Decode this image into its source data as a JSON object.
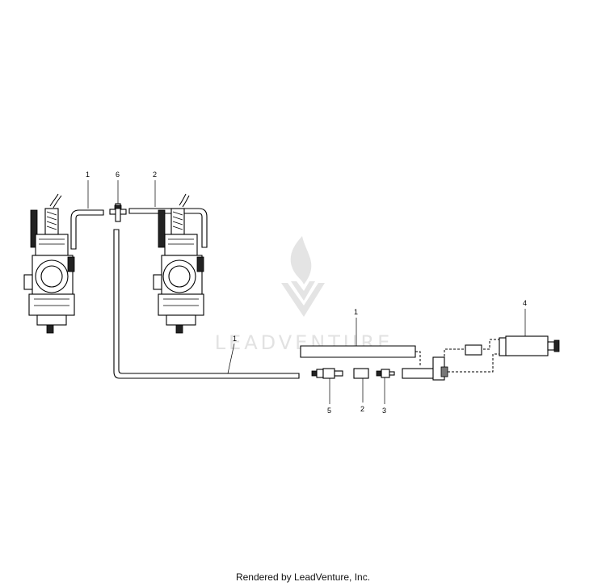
{
  "diagram": {
    "callouts": {
      "c1_top": "1",
      "c6_top": "6",
      "c2_top": "2",
      "c1_right": "1",
      "c4": "4",
      "c1_mid": "1",
      "c5": "5",
      "c2_bottom": "2",
      "c3": "3"
    },
    "watermark": {
      "text": "LEADVENTURE",
      "color": "#e2e2e2"
    }
  },
  "footer": {
    "text": "Rendered by LeadVenture, Inc."
  }
}
